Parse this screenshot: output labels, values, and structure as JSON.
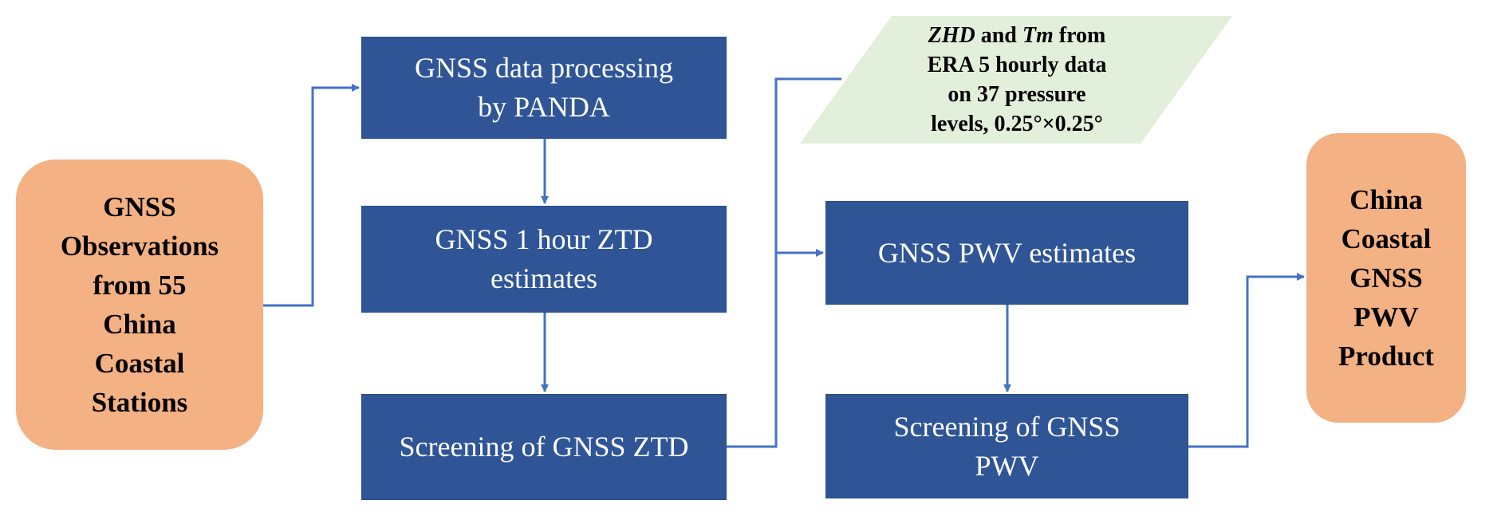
{
  "diagram": {
    "nodes": {
      "source": {
        "lines": [
          "GNSS",
          "Observations",
          "from 55",
          "China",
          "Coastal",
          "Stations"
        ]
      },
      "processing": {
        "lines": [
          "GNSS data processing",
          "by PANDA"
        ]
      },
      "ztd_estimates": {
        "lines": [
          "GNSS 1 hour ZTD",
          "estimates"
        ]
      },
      "ztd_screening": {
        "lines": [
          "Screening of GNSS ZTD"
        ]
      },
      "era5_input": {
        "line1_italic_a": "ZHD",
        "line1_mid": " and ",
        "line1_italic_b": "Tm",
        "line1_end": " from",
        "lines_rest": [
          "ERA 5 hourly data",
          "on 37 pressure",
          "levels, 0.25°×0.25°"
        ]
      },
      "pwv_estimates": {
        "lines": [
          "GNSS PWV estimates"
        ]
      },
      "pwv_screening": {
        "lines": [
          "Screening of GNSS",
          "PWV"
        ]
      },
      "product": {
        "lines": [
          "China",
          "Coastal",
          "GNSS",
          "PWV",
          "Product"
        ]
      }
    },
    "edges": [
      {
        "from": "source",
        "to": "processing"
      },
      {
        "from": "processing",
        "to": "ztd_estimates"
      },
      {
        "from": "ztd_estimates",
        "to": "ztd_screening"
      },
      {
        "from": "ztd_screening",
        "to": "pwv_estimates"
      },
      {
        "from": "era5_input",
        "to": "pwv_estimates"
      },
      {
        "from": "pwv_estimates",
        "to": "pwv_screening"
      },
      {
        "from": "pwv_screening",
        "to": "product"
      }
    ],
    "colors": {
      "terminal_fill": "#f4b183",
      "process_fill": "#2f5597",
      "input_fill": "#e2efda",
      "connector": "#4472c4"
    }
  }
}
